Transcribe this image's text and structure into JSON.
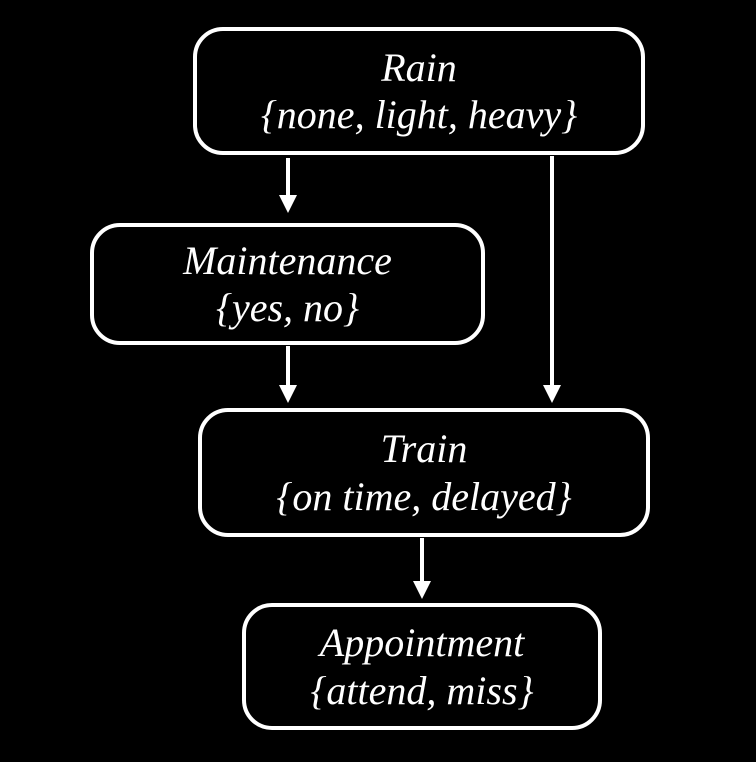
{
  "diagram": {
    "type": "bayesian-network",
    "nodes": [
      {
        "id": "rain",
        "title": "Rain",
        "values": "{none, light, heavy}"
      },
      {
        "id": "maintenance",
        "title": "Maintenance",
        "values": "{yes, no}"
      },
      {
        "id": "train",
        "title": "Train",
        "values": "{on time, delayed}"
      },
      {
        "id": "appointment",
        "title": "Appointment",
        "values": "{attend, miss}"
      }
    ],
    "edges": [
      {
        "from": "Rain",
        "to": "Maintenance"
      },
      {
        "from": "Rain",
        "to": "Train"
      },
      {
        "from": "Maintenance",
        "to": "Train"
      },
      {
        "from": "Train",
        "to": "Appointment"
      }
    ],
    "colors": {
      "background": "#000000",
      "node_border": "#ffffff",
      "text": "#ffffff",
      "arrow": "#ffffff"
    }
  }
}
